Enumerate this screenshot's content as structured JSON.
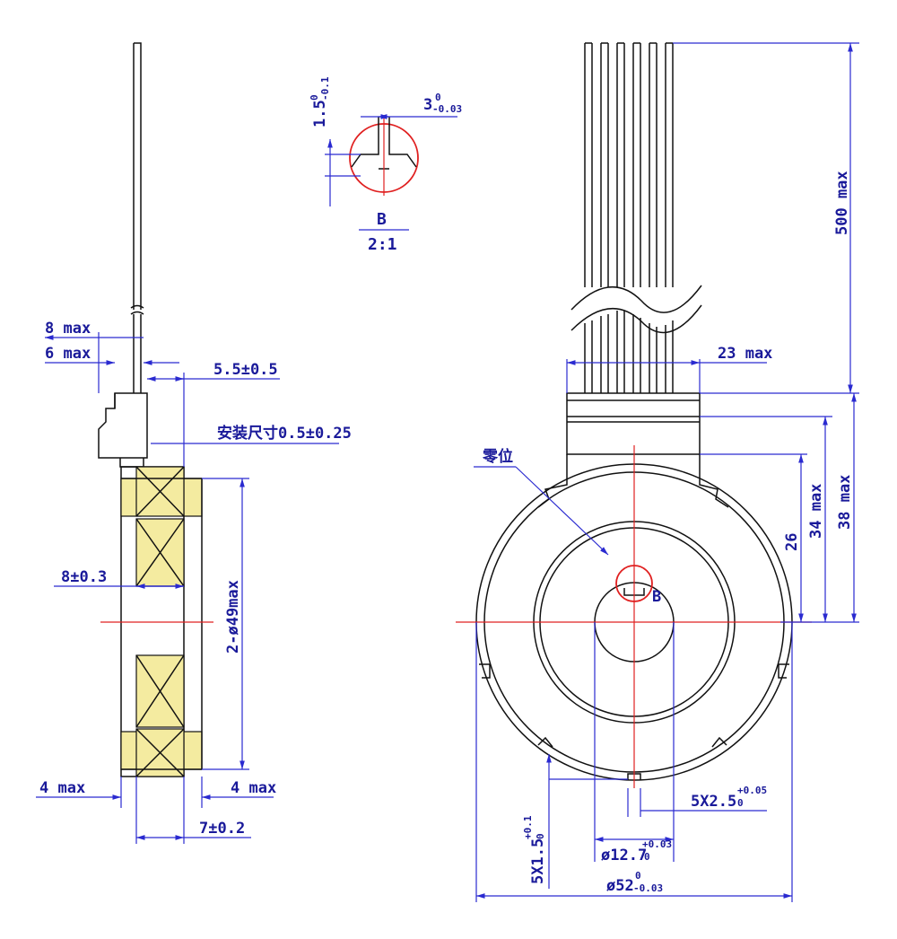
{
  "side_view": {
    "dim_8max": "8 max",
    "dim_6max": "6 max",
    "dim_5_5": "5.5±0.5",
    "dim_mount": "安装尺寸0.5±0.25",
    "dim_8_03": "8±0.3",
    "dim_2phi49": "2-ø49max",
    "dim_4max_left": "4 max",
    "dim_4max_right": "4 max",
    "dim_7_02": "7±0.2"
  },
  "detail_b": {
    "dim_1_5": "1.5",
    "dim_1_5_tol_up": "0",
    "dim_1_5_tol_low": "-0.1",
    "dim_3": "3",
    "dim_3_tol_up": "0",
    "dim_3_tol_low": "-0.03",
    "label": "B",
    "scale": "2:1"
  },
  "front_view": {
    "dim_500max": "500 max",
    "dim_23max": "23 max",
    "dim_26": "26",
    "dim_34max": "34 max",
    "dim_38max": "38 max",
    "zero_label": "零位",
    "detail_ref": "B",
    "dim_slots": "5X2.5",
    "dim_slots_tol_up": "+0.05",
    "dim_slots_tol_low": "0",
    "dim_notches": "5X1.5",
    "dim_notches_tol_up": "+0.1",
    "dim_notches_tol_low": "0",
    "dim_bore": "ø12.7",
    "dim_bore_tol_up": "+0.03",
    "dim_bore_tol_low": "0",
    "dim_outer": "ø52",
    "dim_outer_tol_up": "0",
    "dim_outer_tol_low": "-0.03"
  },
  "colors": {
    "dimension": "#2a2ad0",
    "outline": "#111111",
    "centerline": "#e02020",
    "coil": "#f4eba0"
  }
}
